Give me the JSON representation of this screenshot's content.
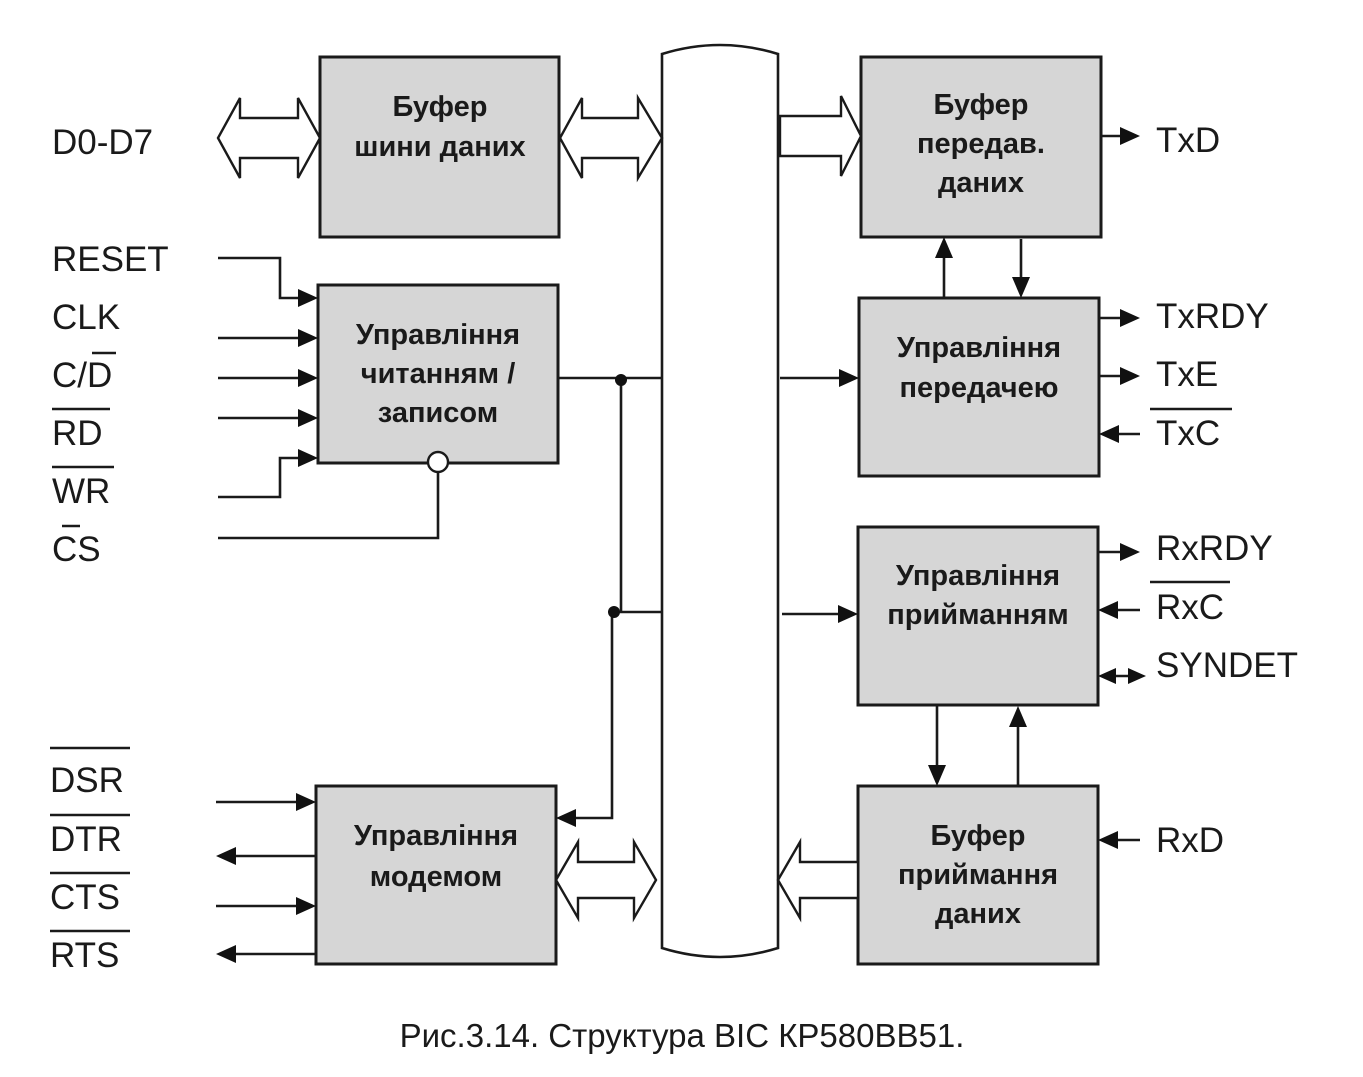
{
  "blocks": {
    "data_bus_buffer": [
      "Буфер",
      "шини даних"
    ],
    "rw_control": [
      "Управління",
      "читанням /",
      "записом"
    ],
    "modem_control": [
      "Управління",
      "модемом"
    ],
    "tx_buffer": [
      "Буфер",
      "передав.",
      "даних"
    ],
    "tx_control": [
      "Управління",
      "передачею"
    ],
    "rx_control": [
      "Управління",
      "прийманням"
    ],
    "rx_buffer": [
      "Буфер",
      "приймання",
      "даних"
    ]
  },
  "signals": {
    "data": "D0-D7",
    "reset": "RESET",
    "clk": "CLK",
    "cd_c": "C/",
    "cd_d": "D",
    "rd": "RD",
    "wr": "WR",
    "cs_c": "C",
    "cs_s": "S",
    "dsr": "DSR",
    "dtr": "DTR",
    "cts": "CTS",
    "rts": "RTS",
    "txd": "TxD",
    "txrdy": "TxRDY",
    "txe": "TxE",
    "txc": "TxC",
    "rxrdy": "RxRDY",
    "rxc": "RxC",
    "syndet": "SYNDET",
    "rxd": "RxD"
  },
  "caption": "Рис.3.14. Структура ВІС КР580ВВ51."
}
